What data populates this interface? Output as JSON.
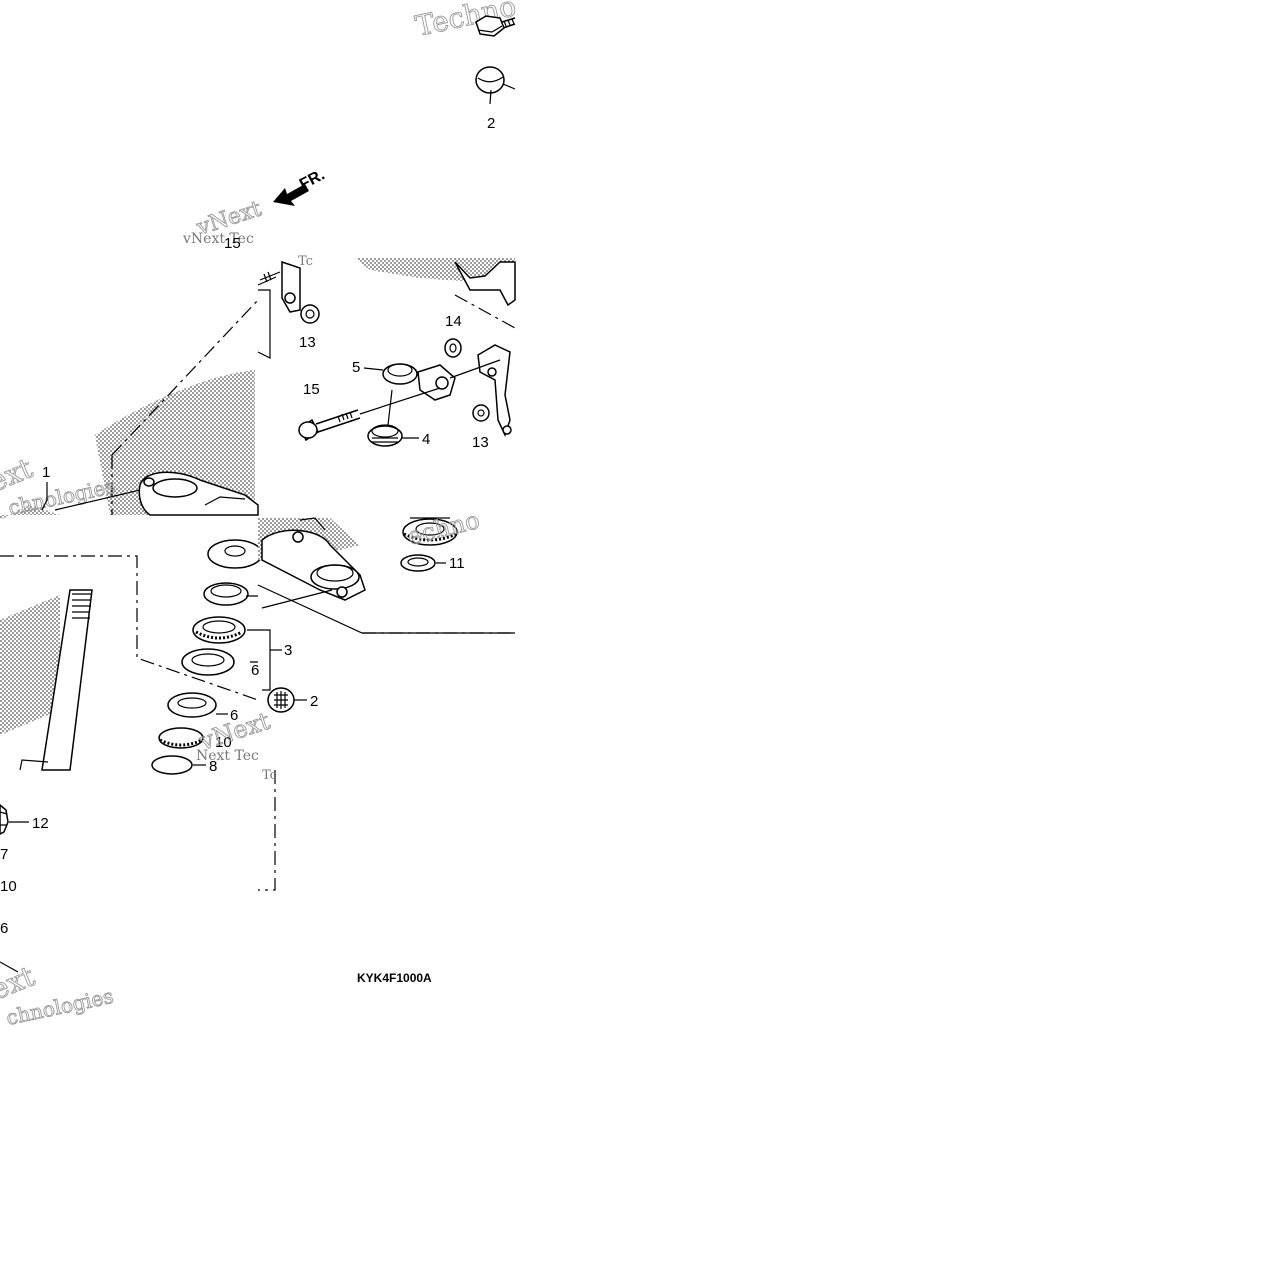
{
  "diagram": {
    "drawing_code": "KYK4F1000A",
    "direction_label": "FR.",
    "watermarks": {
      "technologies": "Technologies",
      "vnext": "vNext",
      "vnext_tec": "vNext Tec",
      "ext": "ext",
      "chnologies": "chnologies",
      "techno": "Techno",
      "echno": "echno",
      "next_tec": "Next Tec",
      "tc": "Tc"
    },
    "callouts": {
      "c1": "1",
      "c2_top": "2",
      "c2_mid": "2",
      "c3": "3",
      "c4": "4",
      "c5": "5",
      "c6": "6",
      "c6_left": "6",
      "c6_small": "6",
      "c7": "7",
      "c8": "8",
      "c10": "10",
      "c10_left": "10",
      "c11": "11",
      "c12": "12",
      "c13_a": "13",
      "c13_b": "13",
      "c14": "14",
      "c15_a": "15",
      "c15_b": "15"
    }
  }
}
